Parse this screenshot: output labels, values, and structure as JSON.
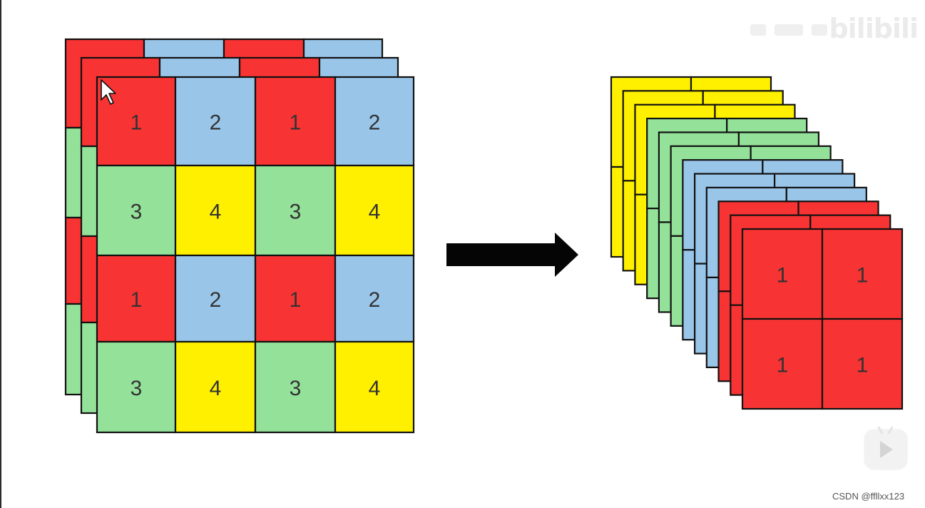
{
  "colors": {
    "red": "#f83333",
    "blue": "#99c5e9",
    "green": "#94e29a",
    "yellow": "#fff000",
    "stroke": "#111111",
    "arrow": "#050505"
  },
  "input_tensor": {
    "grid_values": [
      [
        "1",
        "2",
        "1",
        "2"
      ],
      [
        "3",
        "4",
        "3",
        "4"
      ],
      [
        "1",
        "2",
        "1",
        "2"
      ],
      [
        "3",
        "4",
        "3",
        "4"
      ]
    ],
    "cell_colors": [
      [
        "red",
        "blue",
        "red",
        "blue"
      ],
      [
        "green",
        "yellow",
        "green",
        "yellow"
      ],
      [
        "red",
        "blue",
        "red",
        "blue"
      ],
      [
        "green",
        "yellow",
        "green",
        "yellow"
      ]
    ]
  },
  "output_tensor": {
    "grid_values": [
      [
        "1",
        "1"
      ],
      [
        "1",
        "1"
      ]
    ],
    "channel_colors": [
      "yellow",
      "yellow",
      "yellow",
      "green",
      "green",
      "green",
      "blue",
      "blue",
      "blue",
      "red",
      "red",
      "red"
    ]
  },
  "arrow_icon": "right-arrow-icon",
  "overlay": {
    "watermark": "bilibili",
    "credit": "CSDN @ffllxx123",
    "cursor_icon": "mouse-pointer-icon",
    "play_icon": "play-button-icon"
  }
}
